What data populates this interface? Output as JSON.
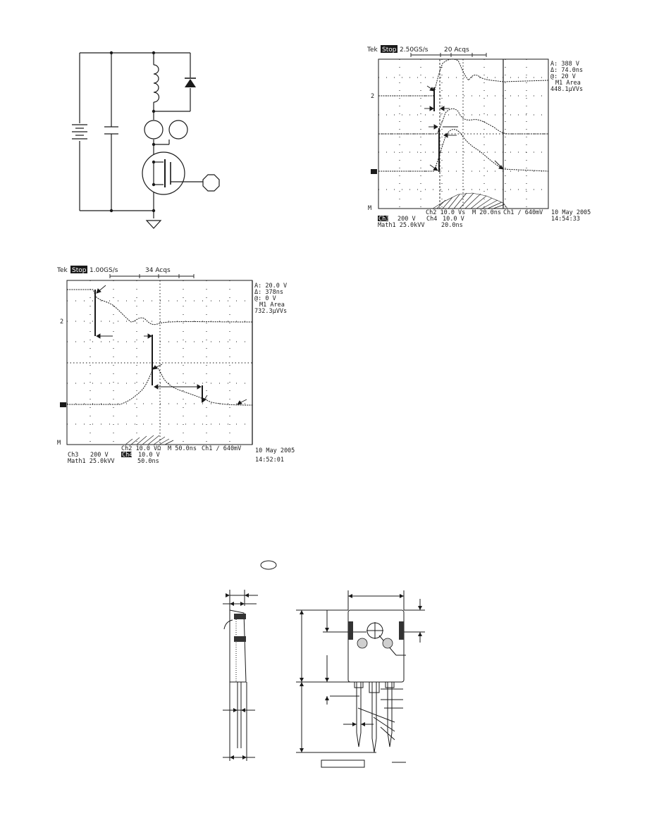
{
  "scope1": {
    "brand": "Tek",
    "status": "Stop",
    "sample_rate": "2.50GS/s",
    "acqs": "20 Acqs",
    "readout": [
      "A: 388 V",
      "Δ: 74.0ns",
      "@: 20 V",
      "M1 Area",
      "448.1µVVs"
    ],
    "ch2_scale": "Ch2    10.0 Vs",
    "ch1_label": "Ch1",
    "ch3_label": "Ch3",
    "ch3_scale": "200 V",
    "ch4_label": "Ch4",
    "ch4_scale": "10.0 V",
    "math1": "Math1    25.0kVV",
    "math_time": "20.0ns",
    "timebase": "M 20.0ns",
    "trigger": "Ch1 ∕   640mV",
    "date": "10 May 2005",
    "time": "14:54:33",
    "marker_2": "2",
    "marker_m": "M"
  },
  "scope2": {
    "brand": "Tek",
    "status": "Stop",
    "sample_rate": "1.00GS/s",
    "acqs": "34 Acqs",
    "readout": [
      "A: 20.0 V",
      "Δ: 378ns",
      "@: 0 V",
      "M1 Area",
      "732.3µVVs"
    ],
    "ch2_scale": "Ch2    10.0 VΩ",
    "ch3_label": "Ch3",
    "ch3_scale": "200 V",
    "ch4_label": "Ch4",
    "ch4_scale": "10.0 V",
    "math1": "Math1    25.0kVV",
    "math_time": "50.0ns",
    "timebase": "M 50.0ns",
    "trigger": "Ch1 ∕   640mV",
    "date": "10 May 2005",
    "time": "14:52:01",
    "marker_2": "2",
    "marker_m": "M"
  }
}
